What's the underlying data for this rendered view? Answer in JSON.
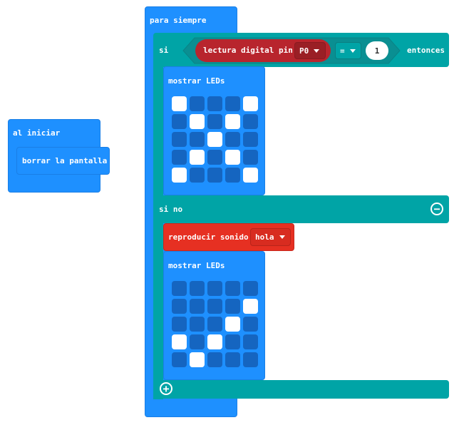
{
  "blocks": {
    "on_start": {
      "label": "al iniciar",
      "clear_label": "borrar la pantalla"
    },
    "forever": {
      "label": "para siempre",
      "if_label": "si",
      "condition": {
        "read_label": "lectura digital pin",
        "pin": "P0",
        "operator": "=",
        "value": "1"
      },
      "then_label": "entonces",
      "show_leds_1": {
        "label": "mostrar LEDs",
        "leds": [
          [
            1,
            0,
            0,
            0,
            1
          ],
          [
            0,
            1,
            0,
            1,
            0
          ],
          [
            0,
            0,
            1,
            0,
            0
          ],
          [
            0,
            1,
            0,
            1,
            0
          ],
          [
            1,
            0,
            0,
            0,
            1
          ]
        ]
      },
      "else_label": "si no",
      "play_sound": {
        "label": "reproducir sonido",
        "sound": "hola"
      },
      "show_leds_2": {
        "label": "mostrar LEDs",
        "leds": [
          [
            0,
            0,
            0,
            0,
            0
          ],
          [
            0,
            0,
            0,
            0,
            1
          ],
          [
            0,
            0,
            0,
            1,
            0
          ],
          [
            1,
            0,
            1,
            0,
            0
          ],
          [
            0,
            1,
            0,
            0,
            0
          ]
        ]
      }
    }
  },
  "icons": {
    "remove": "minus-circle-icon",
    "add": "plus-circle-icon"
  },
  "colors": {
    "basic": "#1e90ff",
    "logic": "#00a4a6",
    "pins": "#b8252d",
    "music": "#e63022",
    "led_off": "#1565c0",
    "led_on": "#ffffff"
  }
}
